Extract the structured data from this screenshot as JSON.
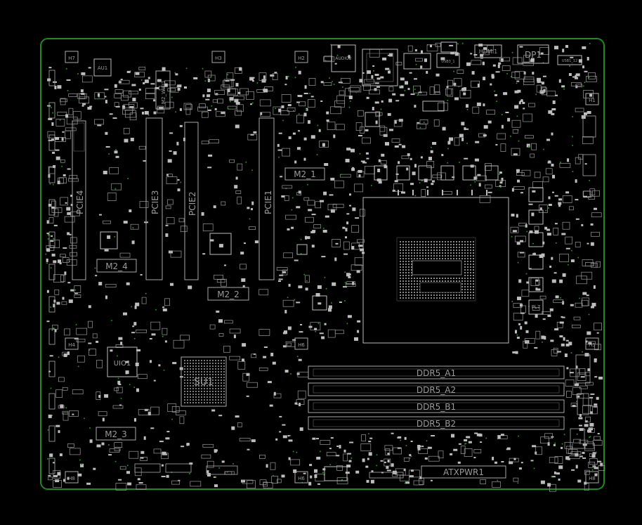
{
  "board": {
    "outline_color": "#1f8a1f",
    "silkscreen_color": "#b4b4b4",
    "pad_color": "#d0d0d0",
    "background": "#000000"
  },
  "mounting_holes": [
    "H7",
    "H3",
    "H2",
    "H1",
    "H4",
    "H6",
    "H5",
    "H8",
    "H8",
    "H6",
    "H8"
  ],
  "connectors": {
    "audio": "AUDIO2",
    "hdmi": "HDMI1",
    "dp": "DP1",
    "usb_top": "USB3_1",
    "usb_right": "USB1_12",
    "atx": "ATXPWR1"
  },
  "slots": {
    "pcie1": "PCIE1",
    "pcie2": "PCIE2",
    "pcie3": "PCIE3",
    "pcie4": "PCIE4",
    "m2_wifi": "M2_WIFI1"
  },
  "m2": {
    "m2_1": "M2_1",
    "m2_2": "M2_2",
    "m2_3": "M2_3",
    "m2_4": "M2_4"
  },
  "dimms": [
    "DDR5_A1",
    "DDR5_A2",
    "DDR5_B1",
    "DDR5_B2"
  ],
  "chips": {
    "uio": "UIO1",
    "pch": "SU1",
    "audio_codec": "AU1",
    "inductor": "PL7"
  }
}
